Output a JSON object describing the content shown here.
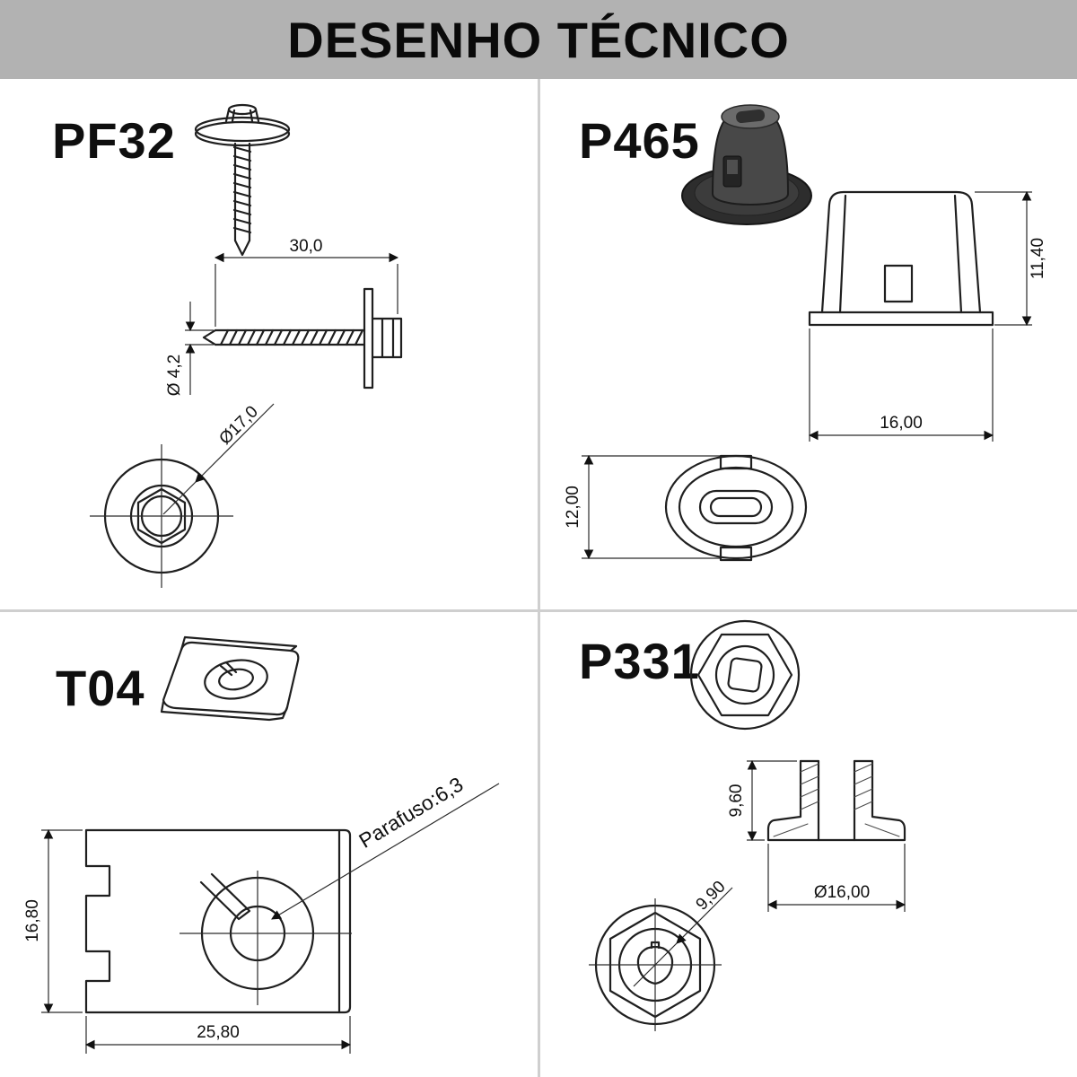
{
  "header": {
    "title": "DESENHO TÉCNICO"
  },
  "colors": {
    "header_bg": "#b2b2b2",
    "line": "#1f1f1f",
    "divider": "#cfcfcf",
    "render_dark": "#3a3a3a"
  },
  "parts": {
    "pf32": {
      "label": "PF32",
      "dims": {
        "length": "30,0",
        "thread_dia": "Ø 4,2",
        "washer_dia": "Ø17,0"
      }
    },
    "p465": {
      "label": "P465",
      "dims": {
        "height": "11,40",
        "width": "16,00",
        "oval_width": "12,00"
      }
    },
    "t04": {
      "label": "T04",
      "dims": {
        "height": "16,80",
        "width": "25,80",
        "screw_note": "Parafuso:6,3"
      }
    },
    "p331": {
      "label": "P331",
      "dims": {
        "height": "9,60",
        "base_dia": "Ø16,00",
        "across_flats": "9,90"
      }
    }
  }
}
